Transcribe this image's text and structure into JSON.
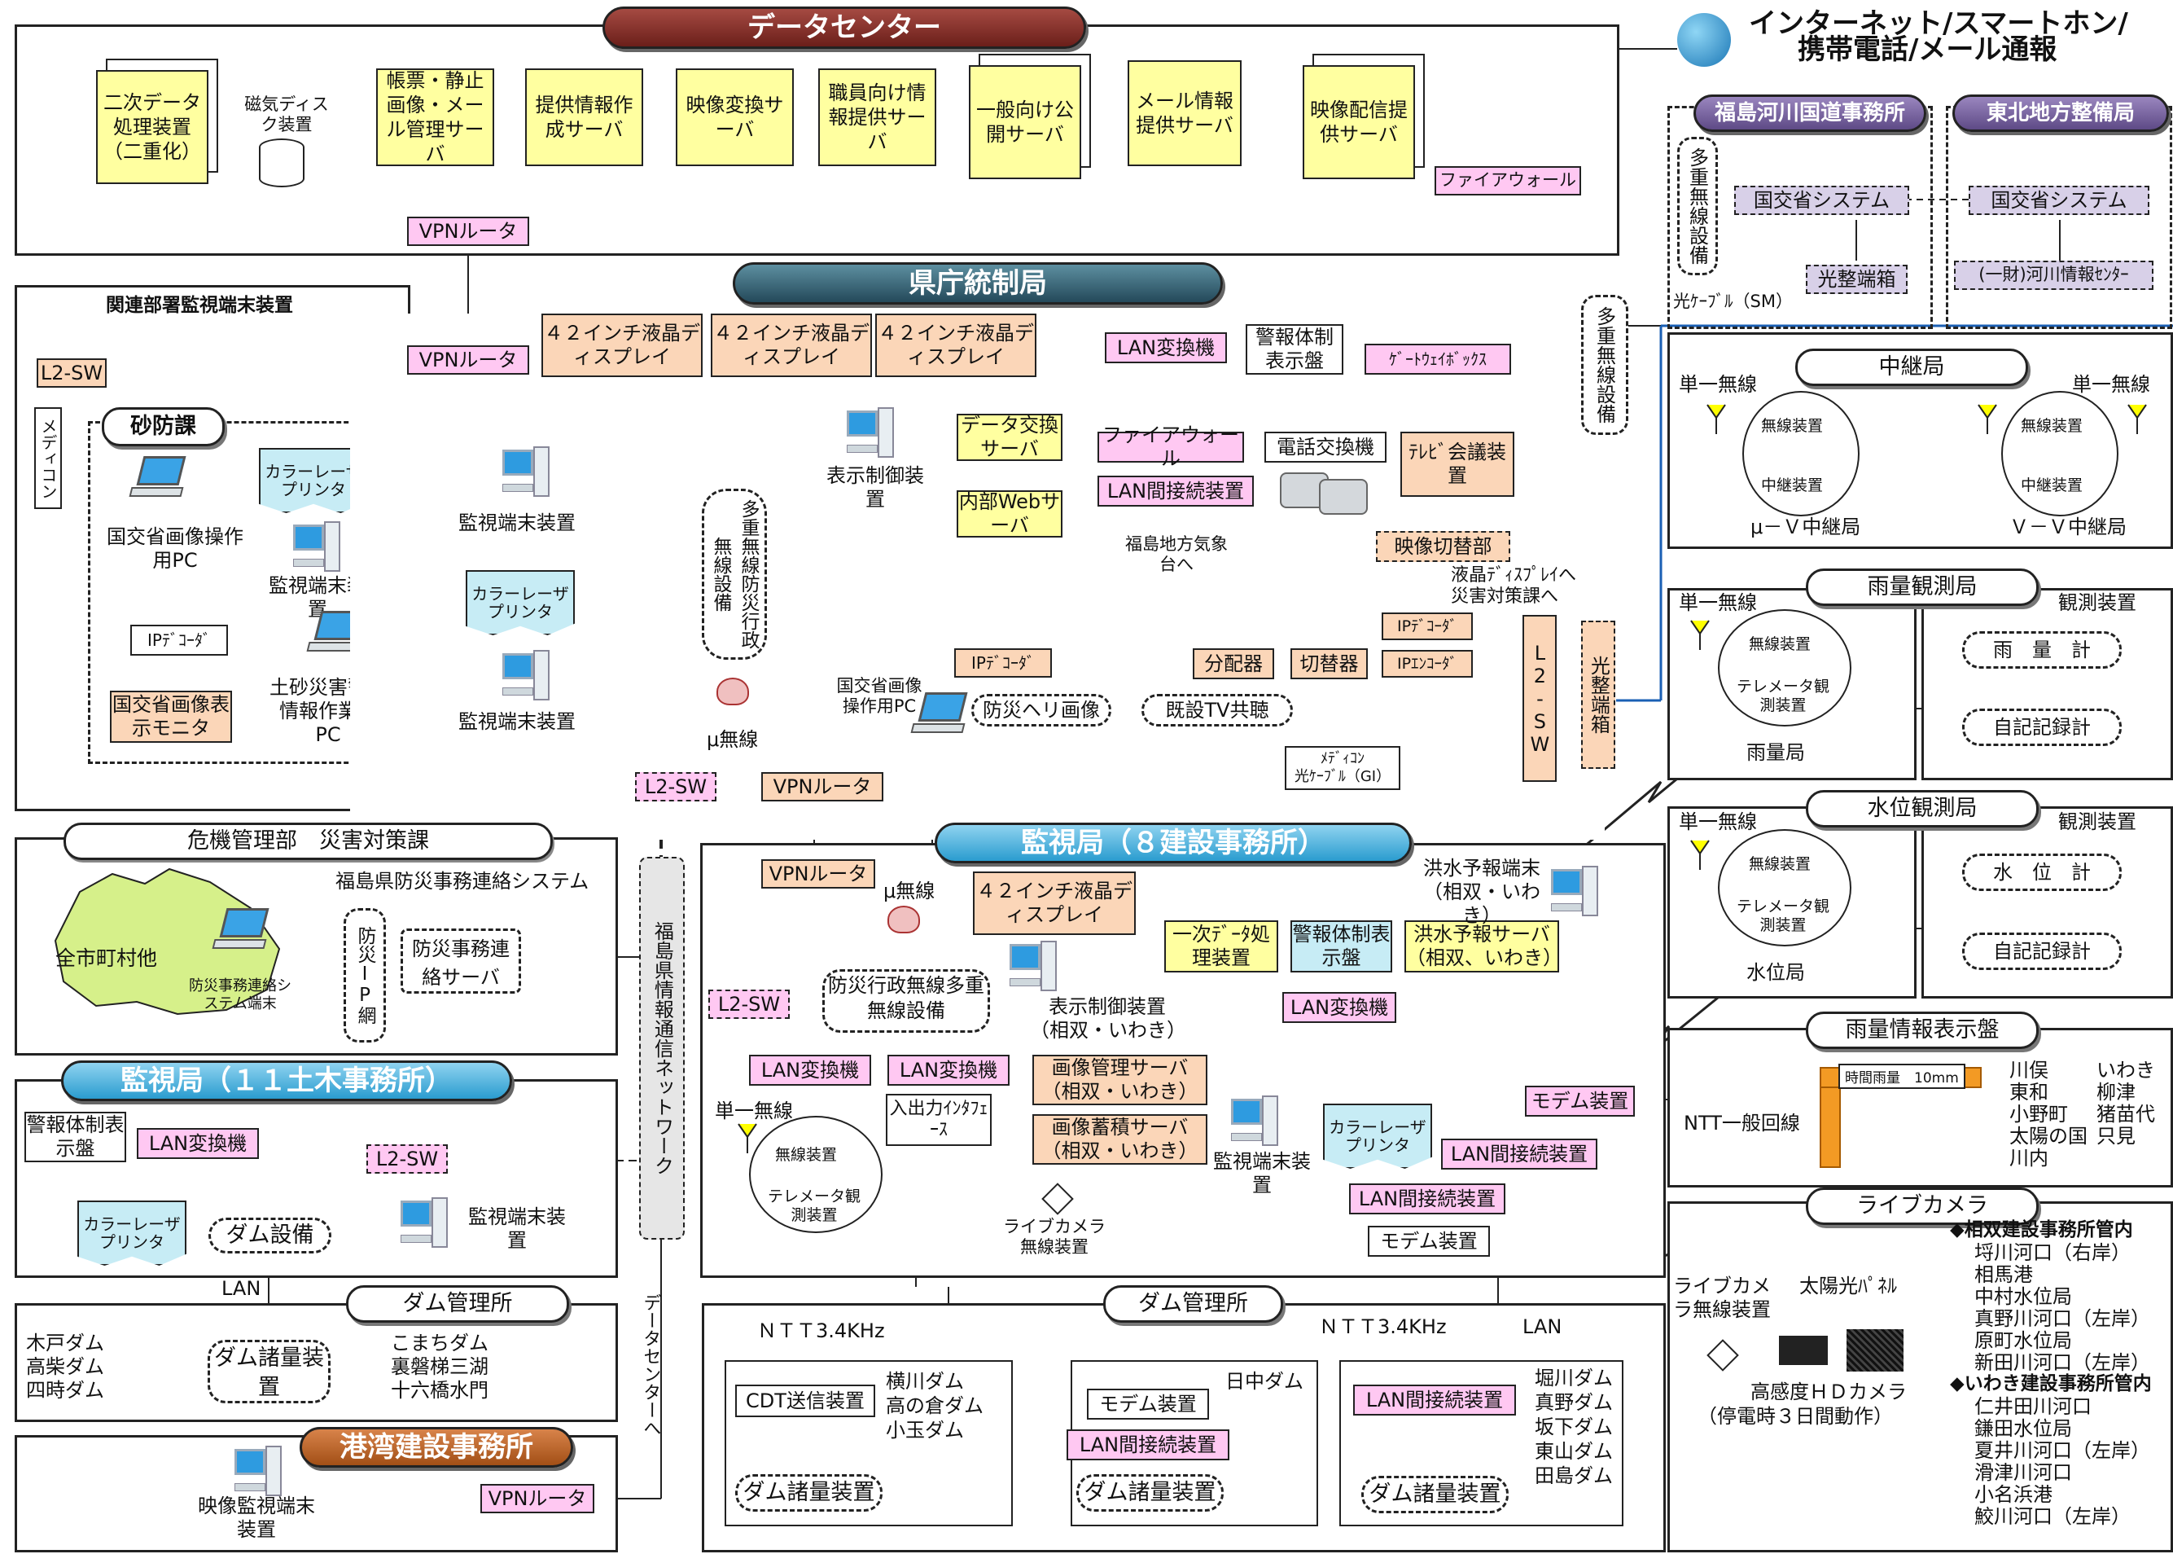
{
  "banners": {
    "datacenter": "データセンター",
    "kencho": "県庁統制局",
    "kanshi8": "監視局（８建設事務所）",
    "kanshi11": "監視局（１１土木事務所）",
    "kowan": "港湾建設事務所",
    "fukushima_kokudo": "福島河川国道事務所",
    "tohoku": "東北地方整備局"
  },
  "internet": {
    "line1": "インターネット/スマートホン/",
    "line2": "携帯電話/メール通報"
  },
  "datacenter": {
    "servers": [
      "二次データ処理装置（二重化）",
      "帳票・静止画像・メール管理サーバ",
      "提供情報作成サーバ",
      "映像変換サーバ",
      "職員向け情報提供サーバ",
      "一般向け公開サーバ",
      "メール情報提供サーバ",
      "映像配信提供サーバ"
    ],
    "disk_label": "磁気ディスク装置",
    "firewall": "ファイアウォール",
    "vpn": "VPNルータ"
  },
  "kanren": {
    "title": "関連部署監視端末装置",
    "l2sw": "L2-SW",
    "mediacon": "メディコン",
    "sabo": "砂防課",
    "pc1": "国交省画像操作用PC",
    "printer": "カラーレーザプリンタ",
    "terminal": "監視端末装置",
    "ipdecoder": "IPﾃﾞｺｰﾀﾞ",
    "monitor": "国交省画像表示モニタ",
    "pc2": "土砂災害警戒情報作業用PC"
  },
  "kencho": {
    "vpn": "VPNルータ",
    "displays": [
      "４２インチ液晶ディスプレイ",
      "４２インチ液晶ディスプレイ",
      "４２インチ液晶ディスプレイ"
    ],
    "terminal1": "監視端末装置",
    "printer": "カラーレーザプリンタ",
    "terminal2": "監視端末装置",
    "bousai_radio": "多重無線防災行政無線設備",
    "mu": "μ無線",
    "display_ctrl": "表示制御装置",
    "data_exchange": "データ交換サーバ",
    "web": "内部Webサーバ",
    "lan_conv": "LAN変換機",
    "keihou": "警報体制表示盤",
    "gateway": "ｹﾞｰﾄｳｪｲﾎﾞｯｸｽ",
    "multi_radio": "多重無線設備",
    "firewall": "ファイアウォール",
    "exchange": "電話交換機",
    "tv": "ﾃﾚﾋﾞ会議装置",
    "lan_if": "LAN間接続装置",
    "kishodai": "福島地方気象台へ",
    "switcher": "映像切替部",
    "to_lcd": "液晶ﾃﾞｨｽﾌﾟﾚｲへ",
    "to_saigai": "災害対策課へ",
    "ipdec": "IPﾃﾞｺｰﾀﾞ",
    "ipdec2": "IPﾃﾞｺｰﾀﾞ",
    "ipenc": "IPｴﾝｺｰﾀﾞ",
    "splitter": "分配器",
    "kirikae": "切替器",
    "l2sw": "L2-SW",
    "hikari_tan": "光整端箱",
    "mlit_pc": "国交省画像操作用PC",
    "heli": "防災ヘリ画像",
    "tv_share": "既設TV共聴",
    "mediacon_gi_1": "ﾒﾃﾞｨｺﾝ",
    "mediacon_gi_2": "光ｹｰﾌﾞﾙ（GI）"
  },
  "kiki": {
    "title": "危機管理部　災害対策課",
    "system": "福島県防災事務連絡システム",
    "allcity": "全市町村他",
    "terminal": "防災事務連絡システム端末",
    "ipnet": "防災IP網",
    "server": "防災事務連絡サーバ"
  },
  "backbone": {
    "l2sw": "L2-SW",
    "vpn": "VPNルータ",
    "network": "福島県情報通信ネットワーク",
    "to_dc": "データセンターへ"
  },
  "kanshi8": {
    "vpn": "VPNルータ",
    "mu": "μ無線",
    "bousai": "防災行政無線多重無線設備",
    "display": "４２インチ液晶ディスプレイ",
    "display_ctrl": "表示制御装置（相双・いわき）",
    "l2sw": "L2-SW",
    "lan1": "LAN変換機",
    "lan2": "LAN変換機",
    "ichiji": "一次ﾃﾞｰﾀ処理装置",
    "keihou": "警報体制表示盤",
    "lan3": "LAN変換機",
    "kozui": "洪水予報サーバ（相双、いわき）",
    "kozui_term": "洪水予報端末（相双・いわき）",
    "tanichi": "単一無線",
    "musen": "無線装置",
    "telemeter": "テレメータ観測装置",
    "io": "入出力ｲﾝﾀﾌｪｰｽ",
    "img_mgmt": "画像管理サーバ（相双・いわき）",
    "img_store": "画像蓄積サーバ（相双・いわき）",
    "terminal": "監視端末装置",
    "printer": "カラーレーザプリンタ",
    "modem": "モデム装置",
    "lan_if1": "LAN間接続装置",
    "lan_if2": "LAN間接続装置",
    "modem2": "モデム装置",
    "livecam": "ライブカメラ無線装置"
  },
  "kanshi11": {
    "keihou": "警報体制表示盤",
    "lan": "LAN変換機",
    "l2sw": "L2-SW",
    "terminal": "監視端末装置",
    "printer": "カラーレーザプリンタ",
    "dam": "ダム設備",
    "lan_label": "LAN"
  },
  "dam_left": {
    "title": "ダム管理所",
    "dams_a": [
      "木戸ダム",
      "高柴ダム",
      "四時ダム"
    ],
    "dams_b": [
      "こまちダム",
      "裏磐梯三湖",
      "十六橋水門"
    ],
    "equip": "ダム諸量装置"
  },
  "kowan": {
    "terminal": "映像監視端末装置",
    "vpn": "VPNルータ"
  },
  "dam_right": {
    "title": "ダム管理所",
    "ntt1": "ＮＴＴ3.4KHz",
    "ntt2": "ＮＴＴ3.4KHz",
    "lan": "LAN",
    "cdt": "CDT送信装置",
    "dams1": [
      "横川ダム",
      "高の倉ダム",
      "小玉ダム"
    ],
    "equip1": "ダム諸量装置",
    "modem": "モデム装置",
    "lan_if": "LAN間接続装置",
    "dam2": "日中ダム",
    "equip2": "ダム諸量装置",
    "lan_if3": "LAN間接続装置",
    "dams3": [
      "堀川ダム",
      "真野ダム",
      "坂下ダム",
      "東山ダム",
      "田島ダム"
    ],
    "equip3": "ダム諸量装置"
  },
  "right": {
    "kokudo_sys": "国交省システム",
    "kokudo_sys2": "国交省システム",
    "hikari": "光整端箱",
    "kasen": "(一財)河川情報ｾﾝﾀｰ",
    "multi": "多重無線設備",
    "sm": "光ｹｰﾌﾞﾙ（SM）",
    "chukei": "中継局",
    "tanichi_l": "単一無線",
    "tanichi_r": "単一無線",
    "musen1": "無線装置",
    "chukei1": "中継装置",
    "musen2": "無線装置",
    "chukei2": "中継装置",
    "muv": "μ－Ｖ中継局",
    "vv": "Ｖ－Ｖ中継局",
    "uryo": "雨量観測局",
    "kansoku": "観測装置",
    "tanichi2": "単一無線",
    "musen3": "無線装置",
    "tele1": "テレメータ観測装置",
    "uryo_kei": "雨　量　計",
    "jiki1": "自記記録計",
    "uryo_kyoku": "雨量局",
    "suii": "水位観測局",
    "kansoku2": "観測装置",
    "tanichi3": "単一無線",
    "musen4": "無線装置",
    "tele2": "テレメータ観測装置",
    "suii_kei": "水　位　計",
    "jiki2": "自記記録計",
    "suii_kyoku": "水位局",
    "uryo_disp": "雨量情報表示盤",
    "ntt": "NTT一般回線",
    "clock": "時間雨量　10mm",
    "places_a": [
      "川俣",
      "東和",
      "小野町",
      "太陽の国",
      "川内"
    ],
    "places_b": [
      "いわき",
      "柳津",
      "猪苗代",
      "只見"
    ],
    "livecam": "ライブカメラ",
    "cam_radio": "ライブカメラ無線装置",
    "solar": "太陽光ﾊﾟﾈﾙ",
    "hd": "高感度ＨＤカメラ",
    "hd_note": "（停電時３日間動作）",
    "sousou_h": "◆相双建設事務所管内",
    "sousou": [
      "埒川河口（右岸）",
      "相馬港",
      "中村水位局",
      "真野川河口（左岸）",
      "原町水位局",
      "新田川河口（左岸）"
    ],
    "iwaki_h": "◆いわき建設事務所管内",
    "iwaki": [
      "仁井田川河口",
      "鎌田水位局",
      "夏井川河口（左岸）",
      "滑津川河口",
      "小名浜港",
      "鮫川河口（左岸）"
    ]
  }
}
